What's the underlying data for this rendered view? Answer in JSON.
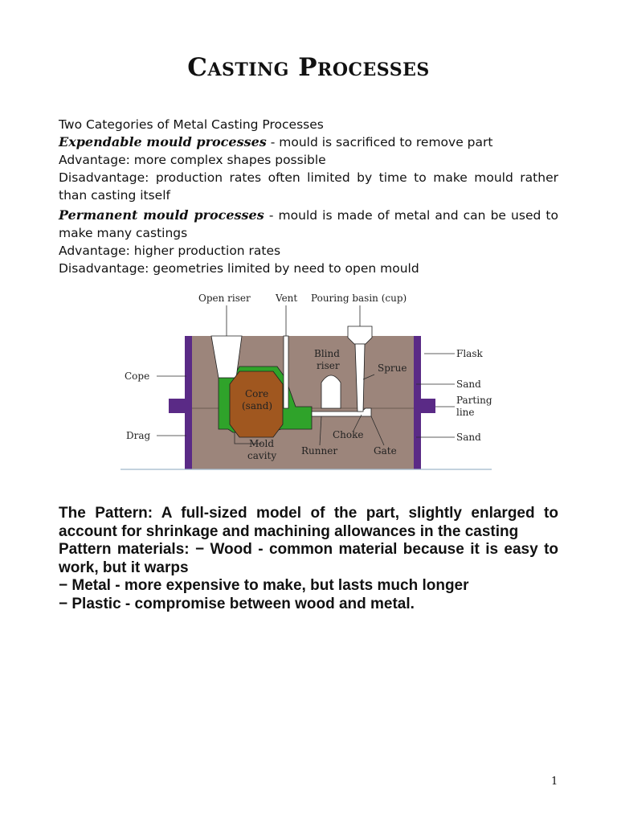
{
  "title": "Casting Processes",
  "intro": {
    "line1": "Two Categories of Metal Casting Processes",
    "expendable_term": "Expendable mould processes",
    "expendable_desc": " - mould is sacrificed to remove part",
    "expendable_advantage": "Advantage: more complex shapes possible",
    "expendable_disadvantage": "Disadvantage: production rates often limited by time to make mould rather than casting itself",
    "permanent_term": "Permanent mould processes",
    "permanent_desc": " - mould is made of metal and can be used to make many castings",
    "permanent_advantage": "Advantage: higher production rates",
    "permanent_disadvantage": "Disadvantage: geometries limited by need to open mould"
  },
  "figure": {
    "labels": {
      "open_riser": "Open riser",
      "vent": "Vent",
      "pouring_basin": "Pouring basin (cup)",
      "flask": "Flask",
      "blind_riser_1": "Blind",
      "blind_riser_2": "riser",
      "sprue": "Sprue",
      "cope": "Cope",
      "sand_top": "Sand",
      "parting_line_1": "Parting",
      "parting_line_2": "line",
      "core_1": "Core",
      "core_2": "(sand)",
      "drag": "Drag",
      "choke": "Choke",
      "sand_bottom": "Sand",
      "mold_cavity_1": "Mold",
      "mold_cavity_2": "cavity",
      "runner": "Runner",
      "gate": "Gate"
    },
    "colors": {
      "sand": "#9c857b",
      "flask": "#5a2a86",
      "cavity": "#2fa32a",
      "core": "#a0571f",
      "baseline": "#9fb7c9"
    }
  },
  "pattern": {
    "line1": "The Pattern: A full-sized model of the part, slightly enlarged to account for shrinkage and machining allowances in the casting",
    "line2": "Pattern materials: − Wood - common material because it is easy to work, but it warps",
    "line3": "− Metal - more expensive to make, but lasts much longer",
    "line4": "− Plastic - compromise between wood and metal."
  },
  "page_number": "1"
}
